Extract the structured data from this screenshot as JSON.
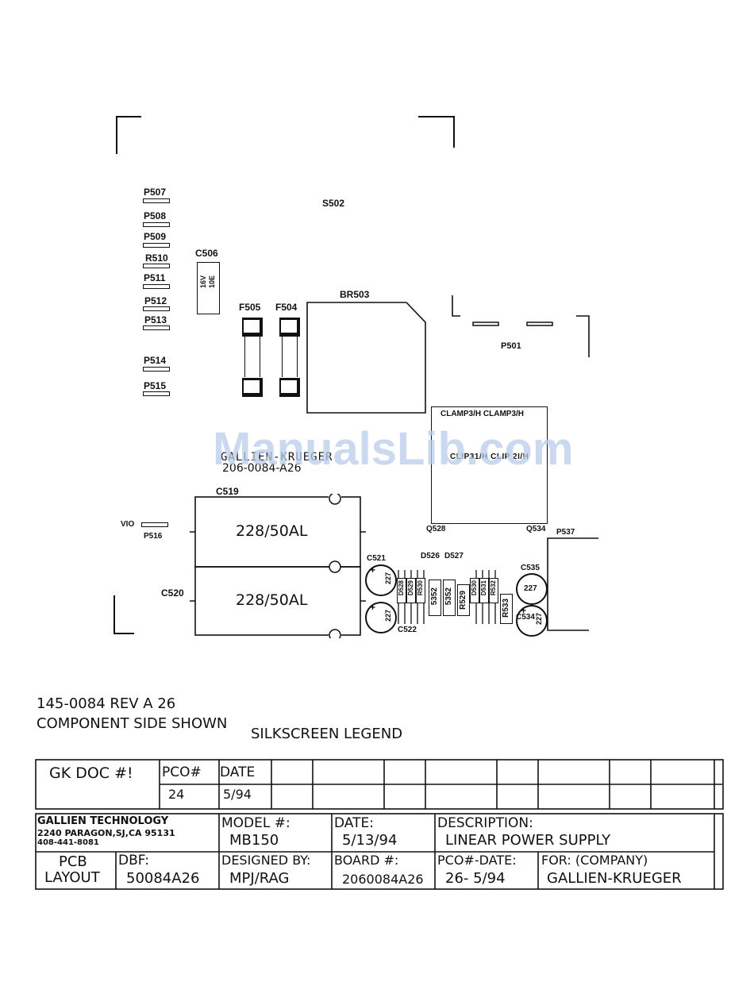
{
  "board": {
    "switch_label": "S502",
    "pads_left": [
      "P507",
      "P508",
      "P509",
      "R510",
      "P511",
      "P512",
      "P513",
      "P514",
      "P515"
    ],
    "cap_c506": {
      "ref": "C506",
      "value_line1": "16V",
      "value_line2": "10E"
    },
    "fuse_f505": "F505",
    "fuse_f504": "F504",
    "bridge": "BR503",
    "connector_p501": "P501",
    "clamp_labels": "CLAMP3/H CLAMP3/H",
    "clip_labels": "CLIP31/H CLIP 2I/H",
    "board_name": "GALLIEN-KRUEGER",
    "board_part": "206-0084-A26",
    "cap_c519": {
      "ref": "C519",
      "value": "228/50AL"
    },
    "cap_c520": {
      "ref": "C520",
      "value": "228/50AL"
    },
    "vio_label": "VIO",
    "pad_p516": "P516",
    "q528": "Q528",
    "q534": "Q534",
    "p537": "P537",
    "c521": {
      "ref": "C521",
      "value": "227"
    },
    "c522": {
      "ref": "C522",
      "value": "227"
    },
    "c535": {
      "ref": "C535",
      "value": "227"
    },
    "c534": {
      "ref": "C534",
      "value": "227"
    },
    "d526": "D526",
    "d527": "D527",
    "small_parts": [
      "D528",
      "D529",
      "R530",
      "5352",
      "5352",
      "R529",
      "D530",
      "D531",
      "R532",
      "R533"
    ]
  },
  "watermark": "ManualsLib.com",
  "caption": {
    "line1": "145-0084 REV A 26",
    "line2": "COMPONENT SIDE SHOWN",
    "legend": "SILKSCREEN LEGEND"
  },
  "revision_table": {
    "doc_label": "GK DOC #!",
    "pco_header": "PCO#",
    "date_header": "DATE",
    "pco_value": "24",
    "date_value": "5/94"
  },
  "title_block": {
    "company_name": "GALLIEN TECHNOLOGY",
    "company_address": "2240 PARAGON,SJ,CA 95131",
    "company_phone": "408-441-8081",
    "model_label": "MODEL #:",
    "model_value": "MB150",
    "date_label": "DATE:",
    "date_value": "5/13/94",
    "description_label": "DESCRIPTION:",
    "description_value": "LINEAR POWER SUPPLY",
    "doc_type_line1": "PCB",
    "doc_type_line2": "LAYOUT",
    "dbf_label": "DBF:",
    "dbf_value": "50084A26",
    "designed_label": "DESIGNED BY:",
    "designed_value": "MPJ/RAG",
    "board_label": "BOARD #:",
    "board_value": "2060084A26",
    "pco_date_label": "PCO#-DATE:",
    "pco_date_value": "26- 5/94",
    "for_label": "FOR: (COMPANY)",
    "for_value": "GALLIEN-KRUEGER"
  }
}
